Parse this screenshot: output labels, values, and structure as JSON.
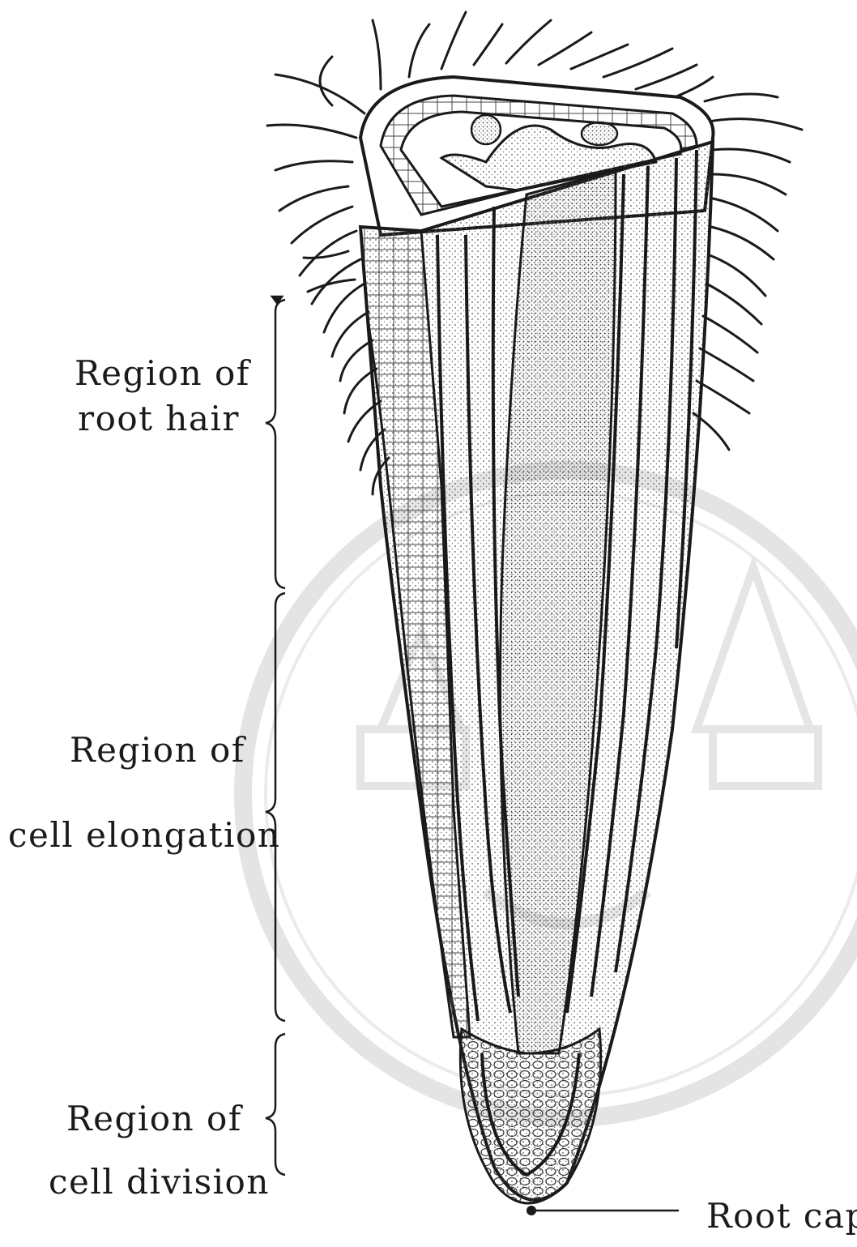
{
  "figure": {
    "labels": {
      "root_hair_line1": "Region of",
      "root_hair_line2": "root hair",
      "elongation_line1": "Region of",
      "elongation_line2": "cell elongation",
      "division_line1": "Region of",
      "division_line2": "cell division",
      "root_cap": "Root cap"
    },
    "colors": {
      "ink": "#1a1a1a",
      "stipple": "#555555",
      "watermark": "#cfcfcf"
    }
  }
}
